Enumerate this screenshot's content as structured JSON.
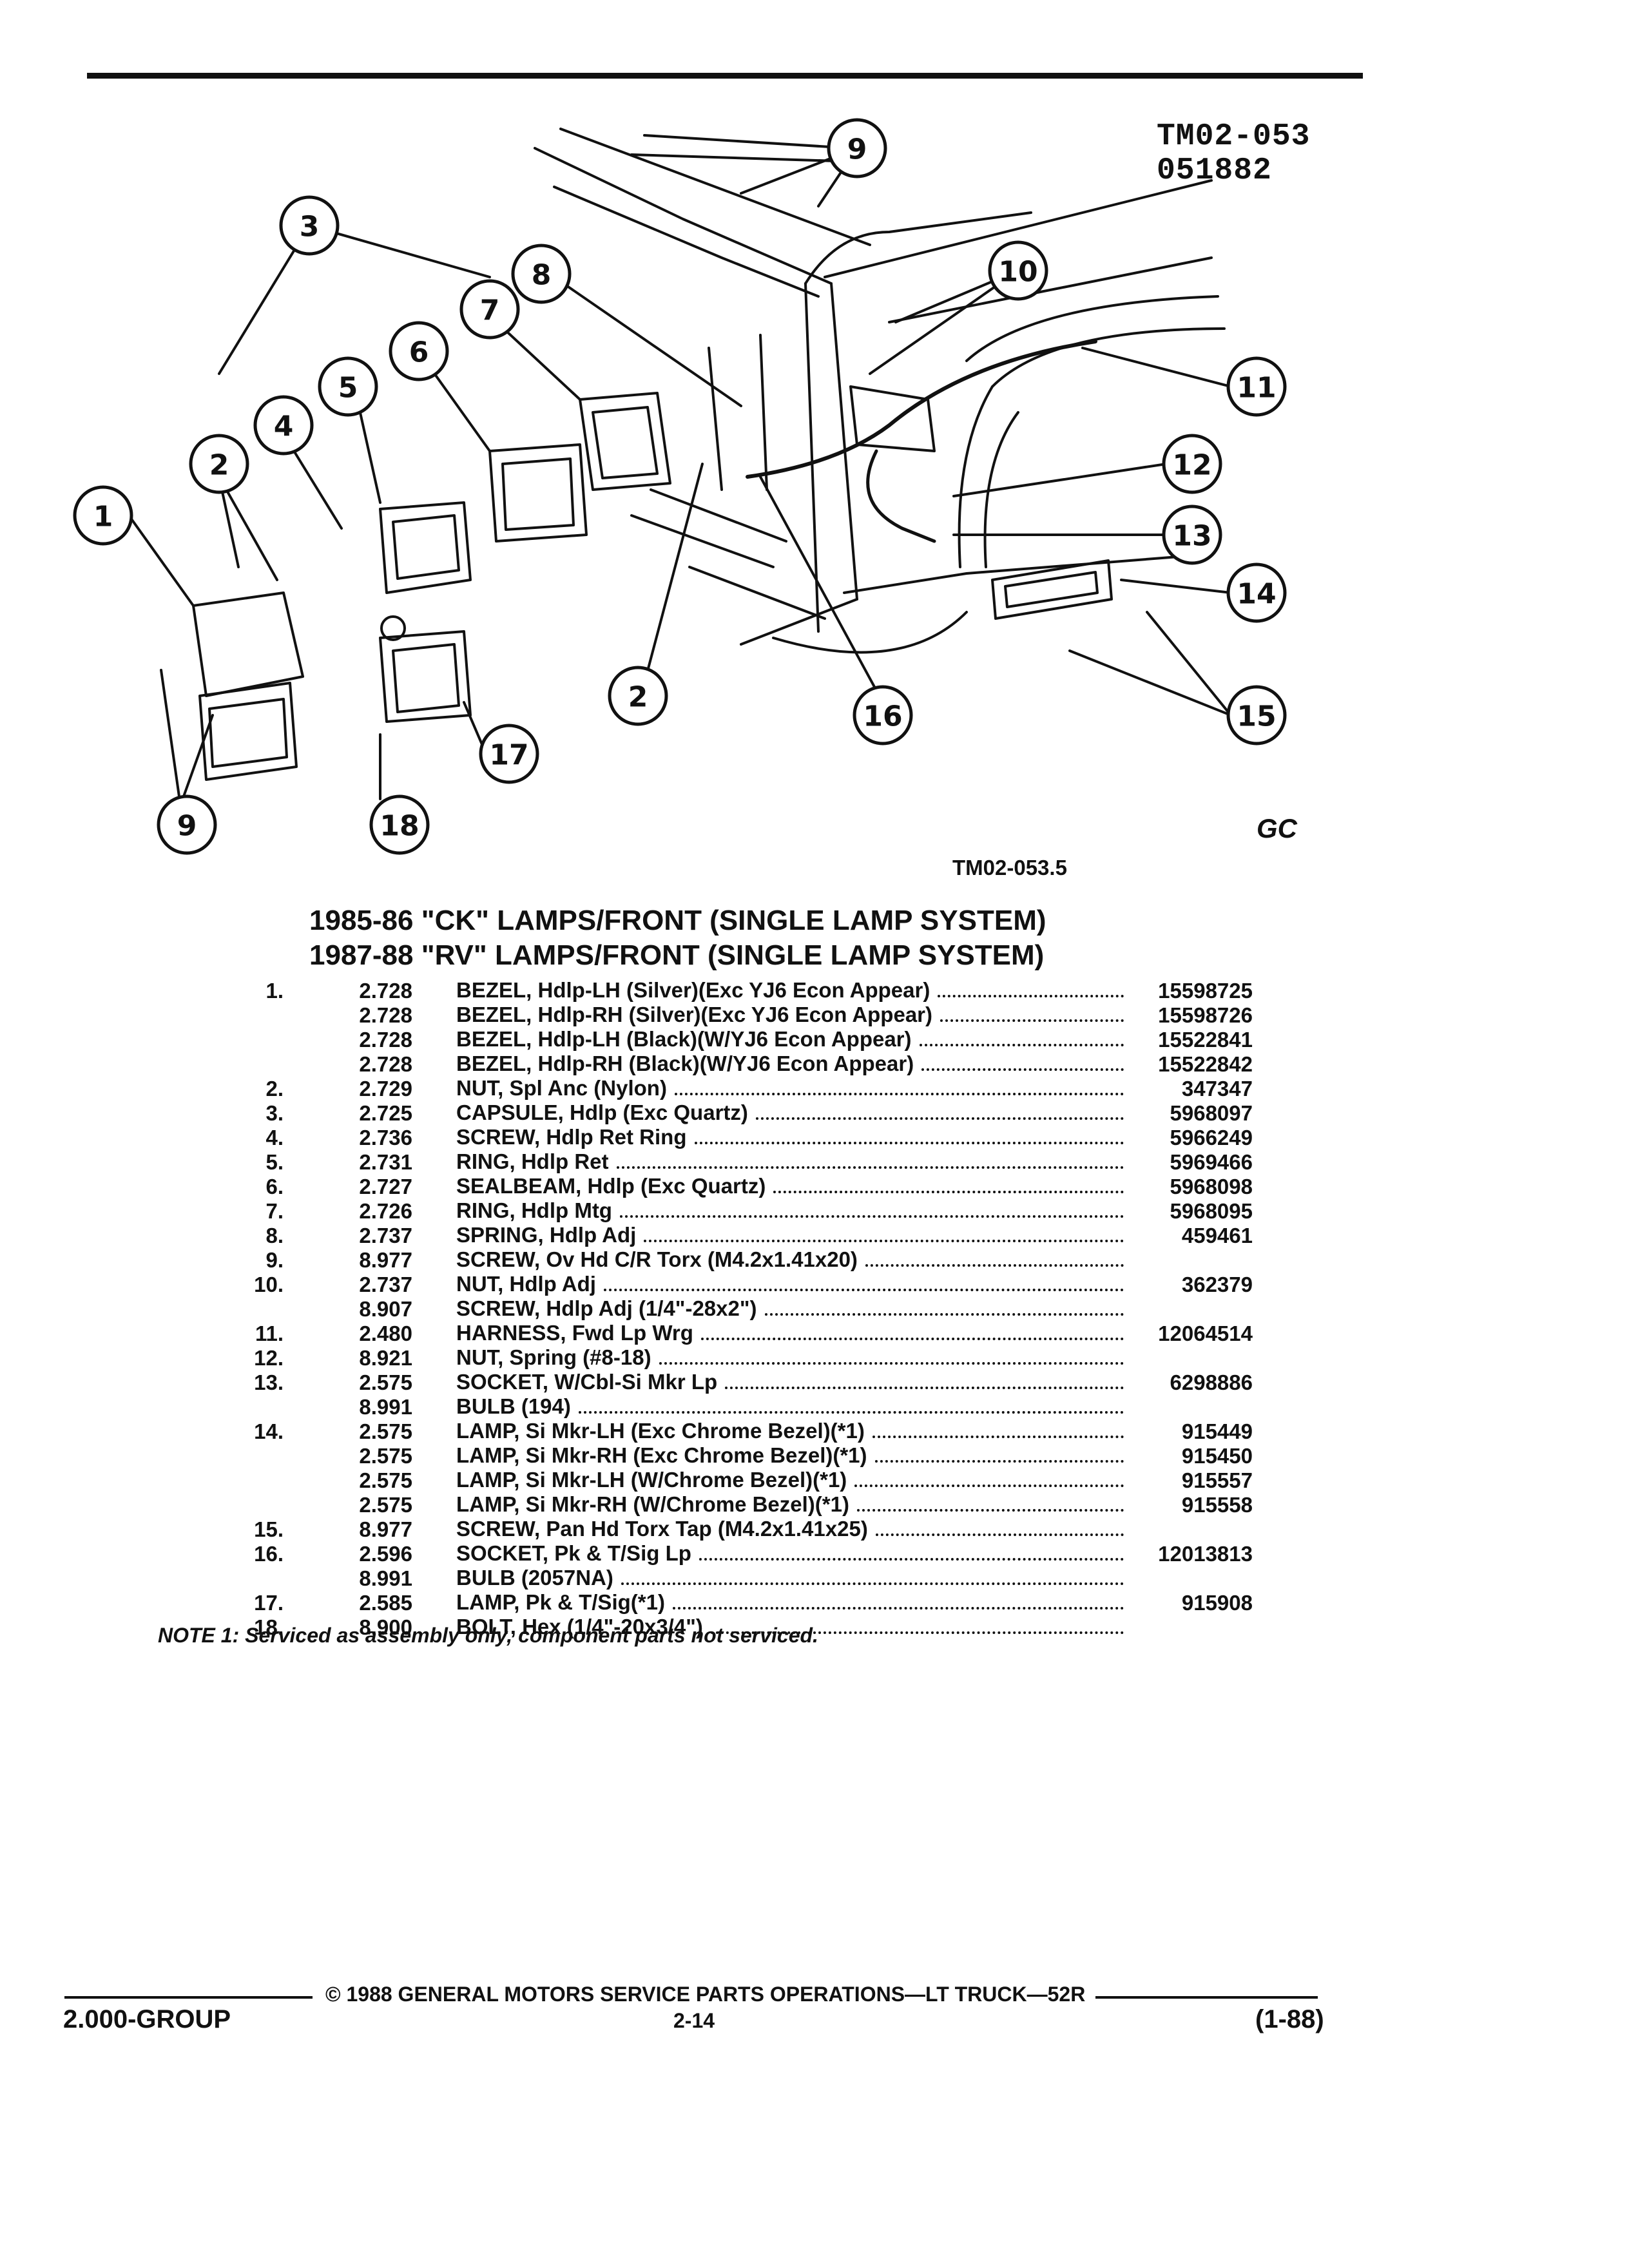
{
  "figure": {
    "id_line1": "TM02-053",
    "id_line2": "051882",
    "reference": "TM02-053.5",
    "logo": "GC",
    "callouts": [
      "1",
      "2",
      "2",
      "3",
      "4",
      "5",
      "6",
      "7",
      "8",
      "9",
      "9",
      "10",
      "11",
      "12",
      "13",
      "14",
      "15",
      "16",
      "17",
      "18"
    ]
  },
  "headings": [
    "1985-86 \"CK\" LAMPS/FRONT (SINGLE LAMP SYSTEM)",
    "1987-88 \"RV\" LAMPS/FRONT (SINGLE LAMP SYSTEM)"
  ],
  "parts": [
    {
      "num": "1.",
      "group": "2.728",
      "name": "BEZEL,",
      "desc": "Hdlp-LH (Silver)(Exc YJ6 Econ Appear)",
      "part_no": "15598725"
    },
    {
      "num": "",
      "group": "2.728",
      "name": "BEZEL,",
      "desc": "Hdlp-RH (Silver)(Exc YJ6 Econ Appear)",
      "part_no": "15598726"
    },
    {
      "num": "",
      "group": "2.728",
      "name": "BEZEL,",
      "desc": "Hdlp-LH (Black)(W/YJ6 Econ Appear)",
      "part_no": "15522841"
    },
    {
      "num": "",
      "group": "2.728",
      "name": "BEZEL,",
      "desc": "Hdlp-RH (Black)(W/YJ6 Econ Appear)",
      "part_no": "15522842"
    },
    {
      "num": "2.",
      "group": "2.729",
      "name": "NUT,",
      "desc": "Spl Anc (Nylon)",
      "part_no": "347347"
    },
    {
      "num": "3.",
      "group": "2.725",
      "name": "CAPSULE,",
      "desc": "Hdlp (Exc Quartz)",
      "part_no": "5968097"
    },
    {
      "num": "4.",
      "group": "2.736",
      "name": "SCREW,",
      "desc": "Hdlp Ret Ring",
      "part_no": "5966249"
    },
    {
      "num": "5.",
      "group": "2.731",
      "name": "RING,",
      "desc": "Hdlp Ret",
      "part_no": "5969466"
    },
    {
      "num": "6.",
      "group": "2.727",
      "name": "SEALBEAM,",
      "desc": "Hdlp (Exc Quartz)",
      "part_no": "5968098"
    },
    {
      "num": "7.",
      "group": "2.726",
      "name": "RING,",
      "desc": "Hdlp Mtg",
      "part_no": "5968095"
    },
    {
      "num": "8.",
      "group": "2.737",
      "name": "SPRING,",
      "desc": "Hdlp Adj",
      "part_no": "459461"
    },
    {
      "num": "9.",
      "group": "8.977",
      "name": "SCREW,",
      "desc": "Ov Hd C/R Torx (M4.2x1.41x20)",
      "part_no": ""
    },
    {
      "num": "10.",
      "group": "2.737",
      "name": "NUT,",
      "desc": "Hdlp Adj",
      "part_no": "362379"
    },
    {
      "num": "",
      "group": "8.907",
      "name": "SCREW,",
      "desc": "Hdlp Adj (1/4\"-28x2\")",
      "part_no": ""
    },
    {
      "num": "11.",
      "group": "2.480",
      "name": "HARNESS,",
      "desc": "Fwd Lp Wrg",
      "part_no": "12064514"
    },
    {
      "num": "12.",
      "group": "8.921",
      "name": "NUT,",
      "desc": "Spring (#8-18)",
      "part_no": ""
    },
    {
      "num": "13.",
      "group": "2.575",
      "name": "SOCKET,",
      "desc": "W/Cbl-Si Mkr Lp",
      "part_no": "6298886"
    },
    {
      "num": "",
      "group": "8.991",
      "name": "BULB",
      "desc": "(194)",
      "part_no": ""
    },
    {
      "num": "14.",
      "group": "2.575",
      "name": "LAMP,",
      "desc": "Si Mkr-LH (Exc Chrome Bezel)(*1)",
      "part_no": "915449"
    },
    {
      "num": "",
      "group": "2.575",
      "name": "LAMP,",
      "desc": "Si Mkr-RH (Exc Chrome Bezel)(*1)",
      "part_no": "915450"
    },
    {
      "num": "",
      "group": "2.575",
      "name": "LAMP,",
      "desc": "Si Mkr-LH (W/Chrome Bezel)(*1)",
      "part_no": "915557"
    },
    {
      "num": "",
      "group": "2.575",
      "name": "LAMP,",
      "desc": "Si Mkr-RH (W/Chrome Bezel)(*1)",
      "part_no": "915558"
    },
    {
      "num": "15.",
      "group": "8.977",
      "name": "SCREW,",
      "desc": "Pan Hd Torx Tap (M4.2x1.41x25)",
      "part_no": ""
    },
    {
      "num": "16.",
      "group": "2.596",
      "name": "SOCKET,",
      "desc": "Pk & T/Sig Lp",
      "part_no": "12013813"
    },
    {
      "num": "",
      "group": "8.991",
      "name": "BULB",
      "desc": "(2057NA)",
      "part_no": ""
    },
    {
      "num": "17.",
      "group": "2.585",
      "name": "LAMP,",
      "desc": "Pk & T/Sig(*1)",
      "part_no": "915908"
    },
    {
      "num": "18.",
      "group": "8.900",
      "name": "BOLT,",
      "desc": "Hex (1/4\"-20x3/4\")",
      "part_no": ""
    }
  ],
  "note": "NOTE 1: Serviced as assembly only, component parts not serviced.",
  "footer": {
    "copyright": "© 1988 GENERAL MOTORS SERVICE PARTS OPERATIONS—LT TRUCK—52R",
    "group": "2.000-GROUP",
    "page": "2-14",
    "revision": "(1-88)"
  }
}
